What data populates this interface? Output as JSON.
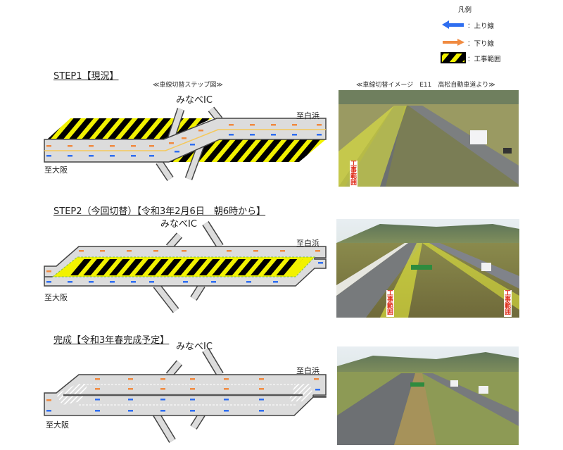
{
  "legend": {
    "title": "凡例",
    "items": [
      {
        "icon": "blue-left-arrow-icon",
        "label": "：上り線",
        "color": "#2f6ef0"
      },
      {
        "icon": "orange-right-arrow-icon",
        "label": "：下り線",
        "color": "#f08a40"
      },
      {
        "icon": "construction-hatch-icon",
        "label": "：工事範囲",
        "color": "#f2f200"
      }
    ]
  },
  "diagram_caption": "≪車線切替ステップ図≫",
  "photo_caption": "≪車線切替イメージ　E11　高松自動車道より≫",
  "steps": [
    {
      "title": "STEP1【現況】",
      "ic_label": "みなべIC",
      "east_label": "至白浜",
      "west_label": "至大阪",
      "photo_labels": [
        "工事範囲"
      ]
    },
    {
      "title": "STEP2（今回切替）【令和3年2月6日　朝6時から】",
      "ic_label": "みなべIC",
      "east_label": "至白浜",
      "west_label": "至大阪",
      "photo_labels": [
        "工事範囲",
        "工事範囲"
      ]
    },
    {
      "title": "完成【令和3年春完成予定】",
      "ic_label": "みなべIC",
      "east_label": "至白浜",
      "west_label": "至大阪"
    }
  ],
  "colors": {
    "inbound": "#2f6ef0",
    "outbound": "#f08a40",
    "hatch_yellow": "#f2f200",
    "road": "#dcdcdc"
  }
}
